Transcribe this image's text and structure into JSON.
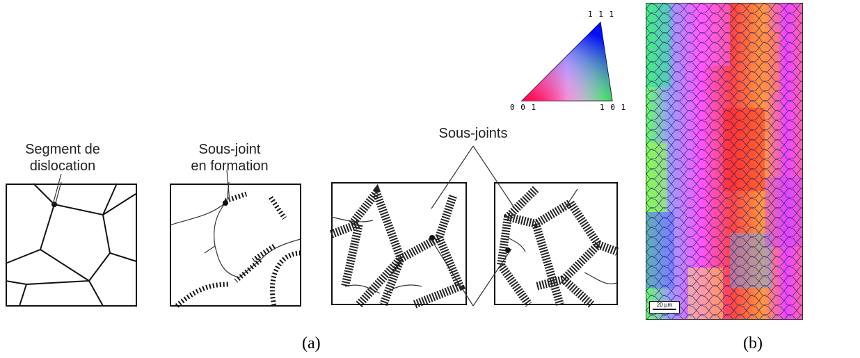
{
  "panel_a": {
    "label_segment": "Segment de\ndislocation",
    "label_segment_l1": "Segment de",
    "label_segment_l2": "dislocation",
    "label_sousjoint_l1": "Sous-joint",
    "label_sousjoint_l2": "en formation",
    "label_sousjoints": "Sous-joints",
    "caption": "(a)"
  },
  "ipf_triangle": {
    "top": "1 1 1",
    "left": "0 0 1",
    "right": "1 0 1"
  },
  "panel_b": {
    "scale_bar": "20 µm",
    "caption": "(b)"
  }
}
